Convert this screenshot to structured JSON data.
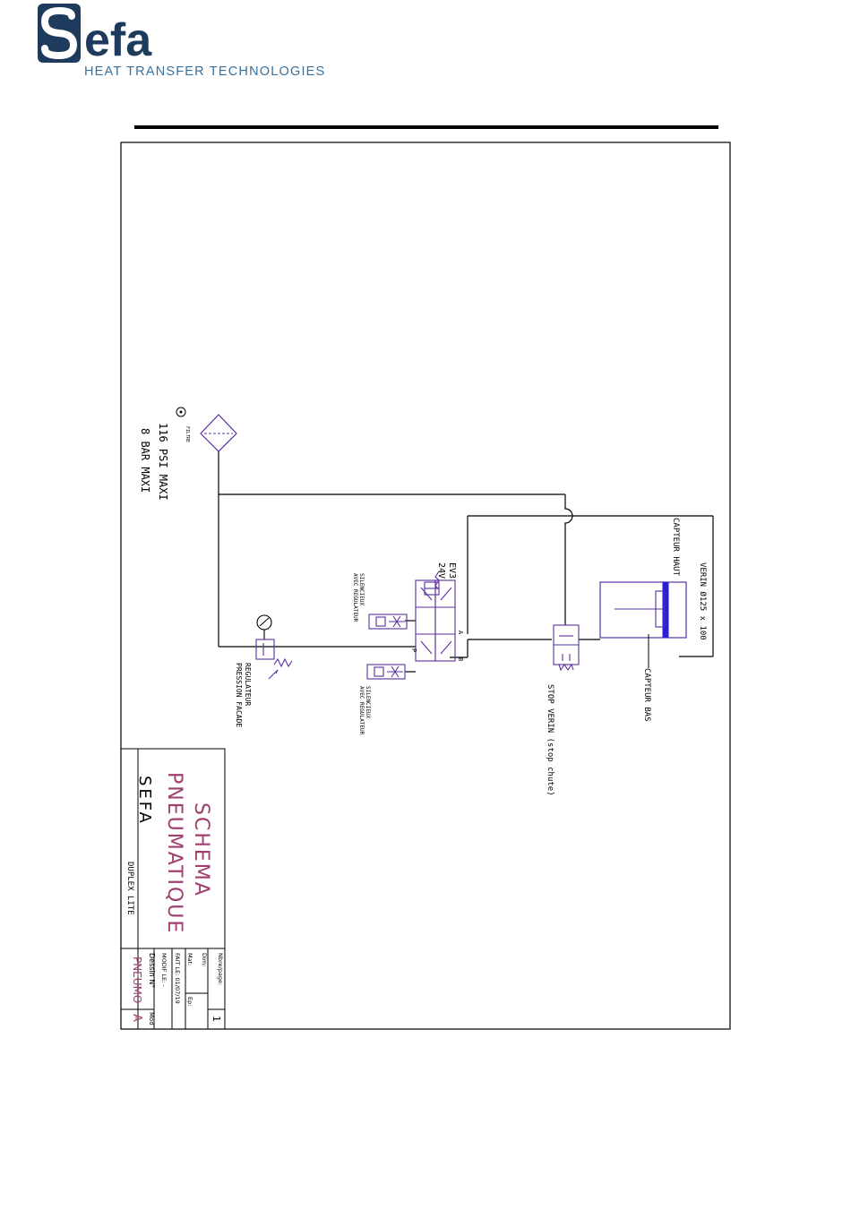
{
  "logo": {
    "brand": "efa",
    "tagline": "HEAT TRANSFER TECHNOLOGIES",
    "brand_color": "#1e3a5c",
    "tagline_color": "#3a6f9a"
  },
  "diagram": {
    "labels": {
      "filtre": "FILTRE",
      "psi": "116 PSI MAXI",
      "bar": "8 BAR MAXI",
      "regulateur_1": "REGULATEUR",
      "regulateur_2": "PRESSION FACADE",
      "silencieux_top_1": "SILENCIEUX",
      "silencieux_top_2": "AVEC REGULATEUR",
      "silencieux_bot_1": "SILENCIEUX",
      "silencieux_bot_2": "AVEC REGULATEUR",
      "ev3": "EV3",
      "voltage": "24V",
      "port_a": "A",
      "port_b": "B",
      "port_p": "P",
      "stop_verin": "STOP VERIN (stop chute)",
      "verin": "VERIN Ø125 x 100",
      "capteur_haut": "CAPTEUR HAUT",
      "capteur_bas": "CAPTEUR BAS"
    },
    "title_block": {
      "title_1": "SCHEMA",
      "title_2": "PNEUMATIQUE",
      "company": "SEFA",
      "product": "DUPLEX LITE",
      "nbre_page_label": "Nbre/page:",
      "page_number": "1",
      "dim_label": "Dim:",
      "mat_label": "Mat:",
      "ep_label": "Ep:",
      "fait_le": "FAIT LE: 01/07/19",
      "modif_le": "MODIF LE: -",
      "dessin_label": "Dessin N°",
      "mod_label": "Mod",
      "dessin_value": "PNEUMO",
      "mod_value": "A"
    },
    "colors": {
      "line": "#000000",
      "component": "#5a2fa0",
      "cylinder_rod": "#2a1ed6",
      "title_text": "#a03f6f"
    }
  }
}
